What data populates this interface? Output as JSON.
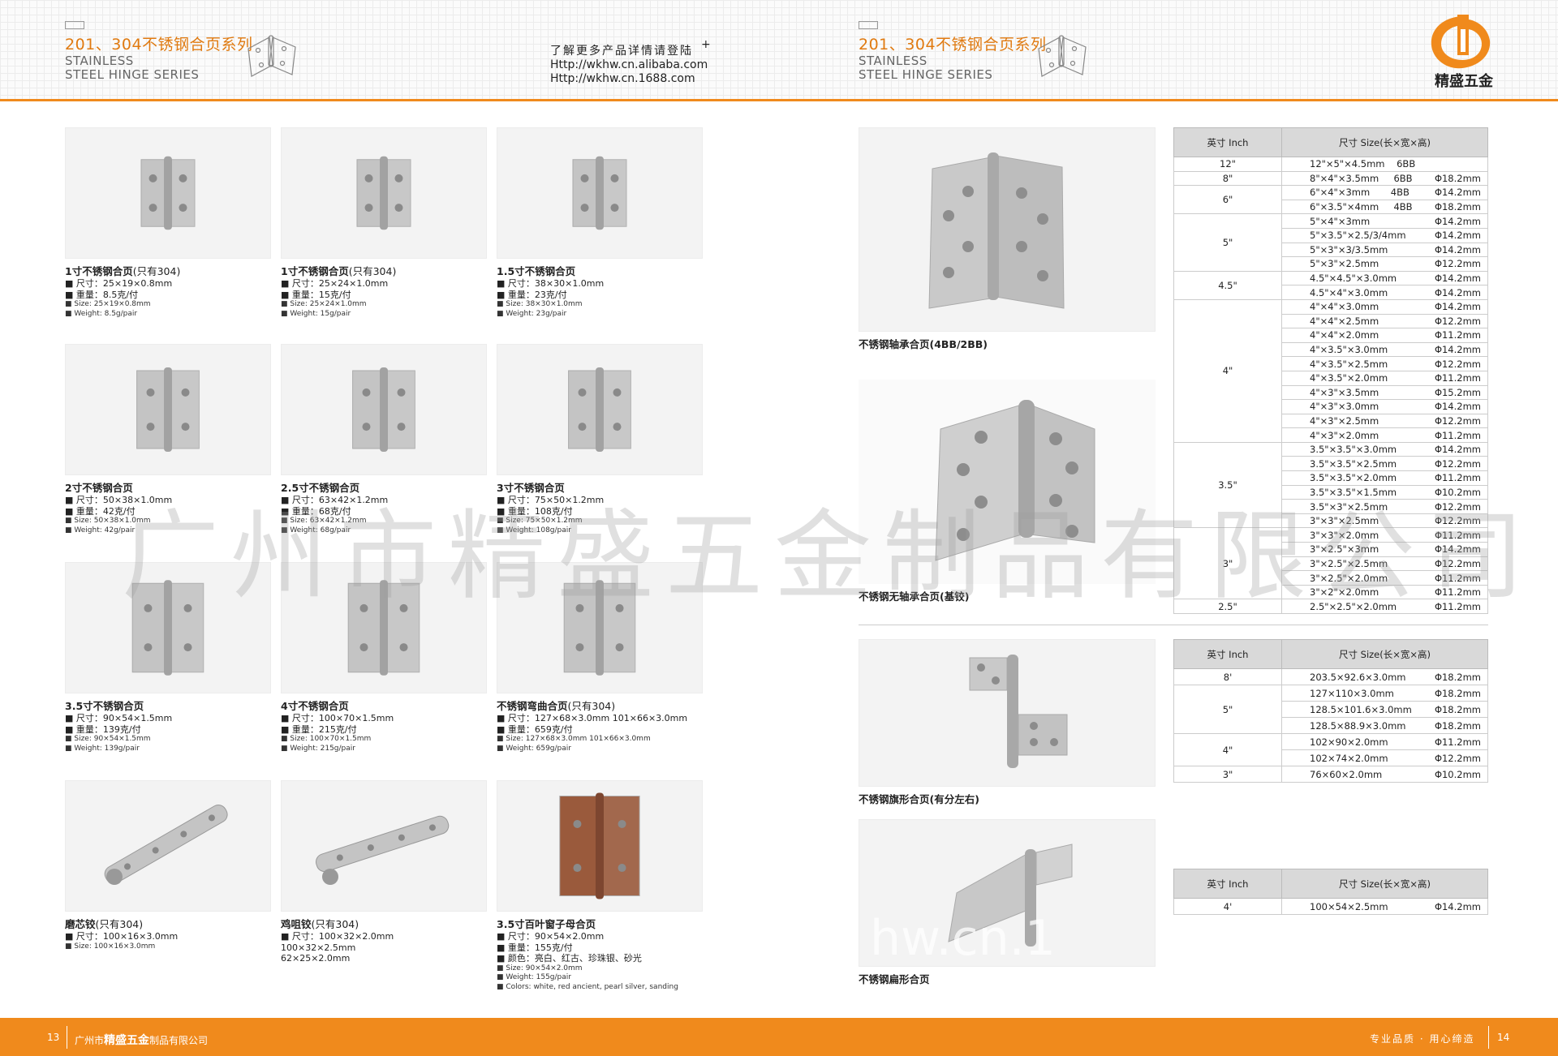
{
  "header_left": {
    "series_cn": "201、304不锈钢合页系列",
    "series_en_1": "STAINLESS",
    "series_en_2": "STEEL HINGE SERIES"
  },
  "header_right": {
    "series_cn": "201、304不锈钢合页系列",
    "series_en_1": "STAINLESS",
    "series_en_2": "STEEL HINGE SERIES"
  },
  "weblinks": {
    "line1": "了解更多产品详情请登陆",
    "line2": "Http://wkhw.cn.alibaba.com",
    "line3": "Http://wkhw.cn.1688.com",
    "plus": "+"
  },
  "logo": {
    "name": "精盛五金",
    "icon": "jingsheng-logo-icon",
    "color": "#f08a1c"
  },
  "products": [
    {
      "title": "1寸不锈钢合页",
      "note": "(只有304)",
      "lines": [
        "■ 尺寸：25×19×0.8mm",
        "■ 重量：8.5克/付"
      ],
      "small": [
        "■ Size: 25×19×0.8mm",
        "■ Weight: 8.5g/pair"
      ]
    },
    {
      "title": "1寸不锈钢合页",
      "note": "(只有304)",
      "lines": [
        "■ 尺寸：25×24×1.0mm",
        "■ 重量：15克/付"
      ],
      "small": [
        "■ Size: 25×24×1.0mm",
        "■ Weight: 15g/pair"
      ]
    },
    {
      "title": "1.5寸不锈钢合页",
      "note": "",
      "lines": [
        "■ 尺寸：38×30×1.0mm",
        "■ 重量：23克/付"
      ],
      "small": [
        "■ Size: 38×30×1.0mm",
        "■ Weight: 23g/pair"
      ]
    },
    {
      "title": "2寸不锈钢合页",
      "note": "",
      "lines": [
        "■ 尺寸：50×38×1.0mm",
        "■ 重量：42克/付"
      ],
      "small": [
        "■ Size: 50×38×1.0mm",
        "■ Weight: 42g/pair"
      ]
    },
    {
      "title": "2.5寸不锈钢合页",
      "note": "",
      "lines": [
        "■ 尺寸：63×42×1.2mm",
        "■ 重量：68克/付"
      ],
      "small": [
        "■ Size: 63×42×1.2mm",
        "■ Weight: 68g/pair"
      ]
    },
    {
      "title": "3寸不锈钢合页",
      "note": "",
      "lines": [
        "■ 尺寸：75×50×1.2mm",
        "■ 重量：108克/付"
      ],
      "small": [
        "■ Size: 75×50×1.2mm",
        "■ Weight: 108g/pair"
      ]
    },
    {
      "title": "3.5寸不锈钢合页",
      "note": "",
      "lines": [
        "■ 尺寸：90×54×1.5mm",
        "■ 重量：139克/付"
      ],
      "small": [
        "■ Size: 90×54×1.5mm",
        "■ Weight: 139g/pair"
      ]
    },
    {
      "title": "4寸不锈钢合页",
      "note": "",
      "lines": [
        "■ 尺寸：100×70×1.5mm",
        "■ 重量：215克/付"
      ],
      "small": [
        "■ Size: 100×70×1.5mm",
        "■ Weight: 215g/pair"
      ]
    },
    {
      "title": "不锈钢弯曲合页",
      "note": "(只有304)",
      "lines": [
        "■ 尺寸：127×68×3.0mm    101×66×3.0mm",
        "■ 重量：659克/付"
      ],
      "small": [
        "■ Size: 127×68×3.0mm              101×66×3.0mm",
        "■ Weight: 659g/pair"
      ]
    },
    {
      "title": "磨芯铰",
      "note": "(只有304)",
      "lines": [
        "■ 尺寸：100×16×3.0mm"
      ],
      "small": [
        "■ Size: 100×16×3.0mm"
      ]
    },
    {
      "title": "鸡咀铰",
      "note": "(只有304)",
      "lines": [
        "■ 尺寸：100×32×2.0mm",
        "           100×32×2.5mm",
        "           62×25×2.0mm"
      ],
      "small": []
    },
    {
      "title": "3.5寸百叶窗子母合页",
      "note": "",
      "lines": [
        "■ 尺寸：90×54×2.0mm",
        "■ 重量：155克/付",
        "■ 颜色：亮白、红古、珍珠银、砂光"
      ],
      "small": [
        "■ Size: 90×54×2.0mm",
        "■ Weight: 155g/pair",
        "■ Colors: white, red ancient, pearl silver, sanding"
      ]
    }
  ],
  "right_products": [
    {
      "title": "不锈钢轴承合页(4BB/2BB)"
    },
    {
      "title": "不锈钢无轴承合页(基铰)"
    },
    {
      "title": "不锈钢旗形合页(有分左右)"
    },
    {
      "title": "不锈钢扁形合页"
    }
  ],
  "table1": {
    "head_inch": "英寸 Inch",
    "head_size": "尺寸 Size(长×宽×高)",
    "groups": [
      {
        "inch": "12\"",
        "rows": [
          {
            "size": "12\"×5\"×4.5mm    6BB",
            "dia": ""
          }
        ]
      },
      {
        "inch": "8\"",
        "rows": [
          {
            "size": "8\"×4\"×3.5mm     6BB",
            "dia": "Φ18.2mm"
          }
        ]
      },
      {
        "inch": "6\"",
        "rows": [
          {
            "size": "6\"×4\"×3mm       4BB",
            "dia": "Φ14.2mm"
          },
          {
            "size": "6\"×3.5\"×4mm     4BB",
            "dia": "Φ18.2mm"
          }
        ]
      },
      {
        "inch": "5\"",
        "rows": [
          {
            "size": "5\"×4\"×3mm",
            "dia": "Φ14.2mm"
          },
          {
            "size": "5\"×3.5\"×2.5/3/4mm",
            "dia": "Φ14.2mm"
          },
          {
            "size": "5\"×3\"×3/3.5mm",
            "dia": "Φ14.2mm"
          },
          {
            "size": "5\"×3\"×2.5mm",
            "dia": "Φ12.2mm"
          }
        ]
      },
      {
        "inch": "4.5\"",
        "rows": [
          {
            "size": "4.5\"×4.5\"×3.0mm",
            "dia": "Φ14.2mm"
          },
          {
            "size": "4.5\"×4\"×3.0mm",
            "dia": "Φ14.2mm"
          }
        ]
      },
      {
        "inch": "4\"",
        "rows": [
          {
            "size": "4\"×4\"×3.0mm",
            "dia": "Φ14.2mm"
          },
          {
            "size": "4\"×4\"×2.5mm",
            "dia": "Φ12.2mm"
          },
          {
            "size": "4\"×4\"×2.0mm",
            "dia": "Φ11.2mm"
          },
          {
            "size": "4\"×3.5\"×3.0mm",
            "dia": "Φ14.2mm"
          },
          {
            "size": "4\"×3.5\"×2.5mm",
            "dia": "Φ12.2mm"
          },
          {
            "size": "4\"×3.5\"×2.0mm",
            "dia": "Φ11.2mm"
          },
          {
            "size": "4\"×3\"×3.5mm",
            "dia": "Φ15.2mm"
          },
          {
            "size": "4\"×3\"×3.0mm",
            "dia": "Φ14.2mm"
          },
          {
            "size": "4\"×3\"×2.5mm",
            "dia": "Φ12.2mm"
          },
          {
            "size": "4\"×3\"×2.0mm",
            "dia": "Φ11.2mm"
          }
        ]
      },
      {
        "inch": "3.5\"",
        "rows": [
          {
            "size": "3.5\"×3.5\"×3.0mm",
            "dia": "Φ14.2mm"
          },
          {
            "size": "3.5\"×3.5\"×2.5mm",
            "dia": "Φ12.2mm"
          },
          {
            "size": "3.5\"×3.5\"×2.0mm",
            "dia": "Φ11.2mm"
          },
          {
            "size": "3.5\"×3.5\"×1.5mm",
            "dia": "Φ10.2mm"
          },
          {
            "size": "3.5\"×3\"×2.5mm",
            "dia": "Φ12.2mm"
          },
          {
            "size": "3\"×3\"×2.5mm",
            "dia": "Φ12.2mm"
          }
        ]
      },
      {
        "inch": "3\"",
        "rows": [
          {
            "size": "3\"×3\"×2.0mm",
            "dia": "Φ11.2mm"
          },
          {
            "size": "3\"×2.5\"×3mm",
            "dia": "Φ14.2mm"
          },
          {
            "size": "3\"×2.5\"×2.5mm",
            "dia": "Φ12.2mm"
          },
          {
            "size": "3\"×2.5\"×2.0mm",
            "dia": "Φ11.2mm"
          },
          {
            "size": "3\"×2\"×2.0mm",
            "dia": "Φ11.2mm"
          }
        ]
      },
      {
        "inch": "2.5\"",
        "rows": [
          {
            "size": "2.5\"×2.5\"×2.0mm",
            "dia": "Φ11.2mm"
          }
        ]
      }
    ]
  },
  "table2": {
    "head_inch": "英寸 Inch",
    "head_size": "尺寸 Size(长×宽×高)",
    "groups": [
      {
        "inch": "8'",
        "rows": [
          {
            "size": "203.5×92.6×3.0mm",
            "dia": "Φ18.2mm"
          }
        ]
      },
      {
        "inch": "5\"",
        "rows": [
          {
            "size": "127×110×3.0mm",
            "dia": "Φ18.2mm"
          },
          {
            "size": "128.5×101.6×3.0mm",
            "dia": "Φ18.2mm"
          },
          {
            "size": "128.5×88.9×3.0mm",
            "dia": "Φ18.2mm"
          }
        ]
      },
      {
        "inch": "4\"",
        "rows": [
          {
            "size": "102×90×2.0mm",
            "dia": "Φ11.2mm"
          },
          {
            "size": "102×74×2.0mm",
            "dia": "Φ12.2mm"
          }
        ]
      },
      {
        "inch": "3\"",
        "rows": [
          {
            "size": "76×60×2.0mm",
            "dia": "Φ10.2mm"
          }
        ]
      }
    ]
  },
  "table3": {
    "head_inch": "英寸 Inch",
    "head_size": "尺寸 Size(长×宽×高)",
    "groups": [
      {
        "inch": "4'",
        "rows": [
          {
            "size": "100×54×2.5mm",
            "dia": "Φ14.2mm"
          }
        ]
      }
    ]
  },
  "watermark": "广州市精盛五金制品有限公司",
  "watermark2": "hw.cn.1",
  "footer": {
    "page_left": "13",
    "company_prefix": "广州市",
    "company_brand": "精盛五金",
    "company_suffix": "制品有限公司",
    "slogan": "专业品质 · 用心缔造",
    "page_right": "14"
  }
}
